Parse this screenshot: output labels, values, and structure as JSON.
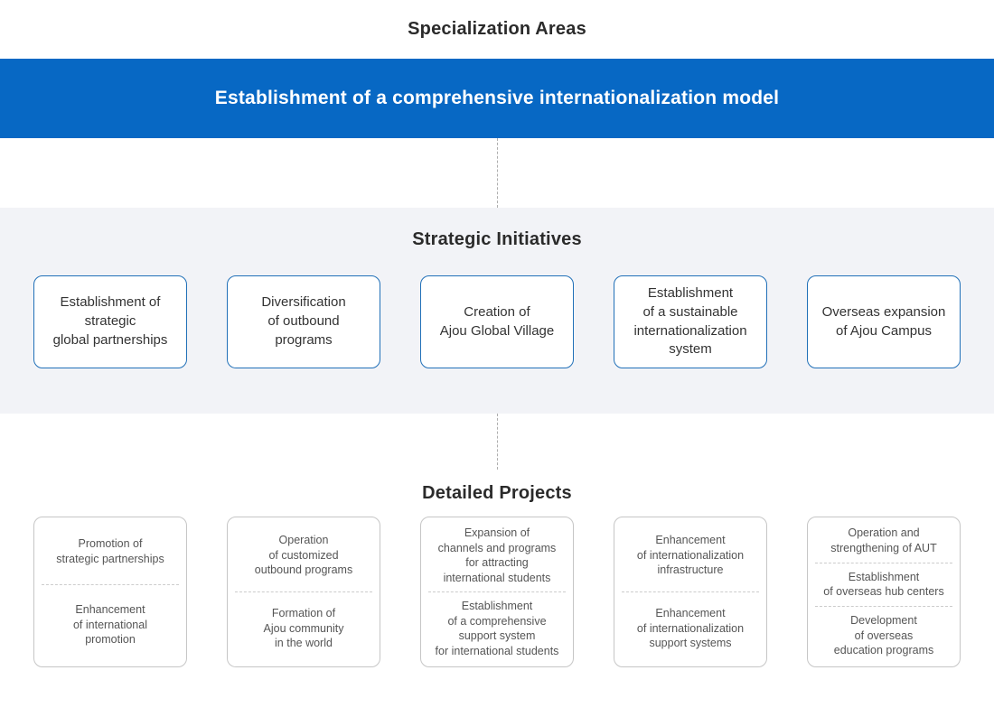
{
  "page": {
    "title": "Specialization Areas",
    "banner": "Establishment of a comprehensive internationalization model"
  },
  "strategic": {
    "heading": "Strategic Initiatives",
    "items": [
      "Establishment of\nstrategic\nglobal partnerships",
      "Diversification\nof outbound\nprograms",
      "Creation of\nAjou Global Village",
      "Establishment\nof a sustainable\ninternationalization\nsystem",
      "Overseas expansion\nof Ajou Campus"
    ]
  },
  "detailed": {
    "heading": "Detailed Projects",
    "columns": [
      {
        "items": [
          "Promotion of\nstrategic partnerships",
          "Enhancement\nof international\npromotion"
        ]
      },
      {
        "items": [
          "Operation\nof customized\noutbound programs",
          "Formation of\nAjou community\nin the world"
        ]
      },
      {
        "items": [
          "Expansion of\nchannels and programs\nfor attracting\ninternational students",
          "Establishment\nof a comprehensive\nsupport system\nfor international students"
        ]
      },
      {
        "items": [
          "Enhancement\nof internationalization\ninfrastructure",
          "Enhancement\nof internationalization\nsupport systems"
        ]
      },
      {
        "items": [
          "Operation and\nstrengthening of AUT",
          "Establishment\nof overseas hub centers",
          "Development\nof overseas\neducation programs"
        ]
      }
    ]
  },
  "colors": {
    "banner_bg": "#0768c4",
    "banner_text": "#ffffff",
    "section_bg": "#f2f3f7",
    "heading_text": "#2b2b2b",
    "strategic_box_border": "#2170b8",
    "strategic_box_text": "#333333",
    "detailed_box_border": "#c6c6c6",
    "detailed_box_text": "#555555",
    "divider": "#cccccc",
    "connector": "#aeaeae"
  }
}
